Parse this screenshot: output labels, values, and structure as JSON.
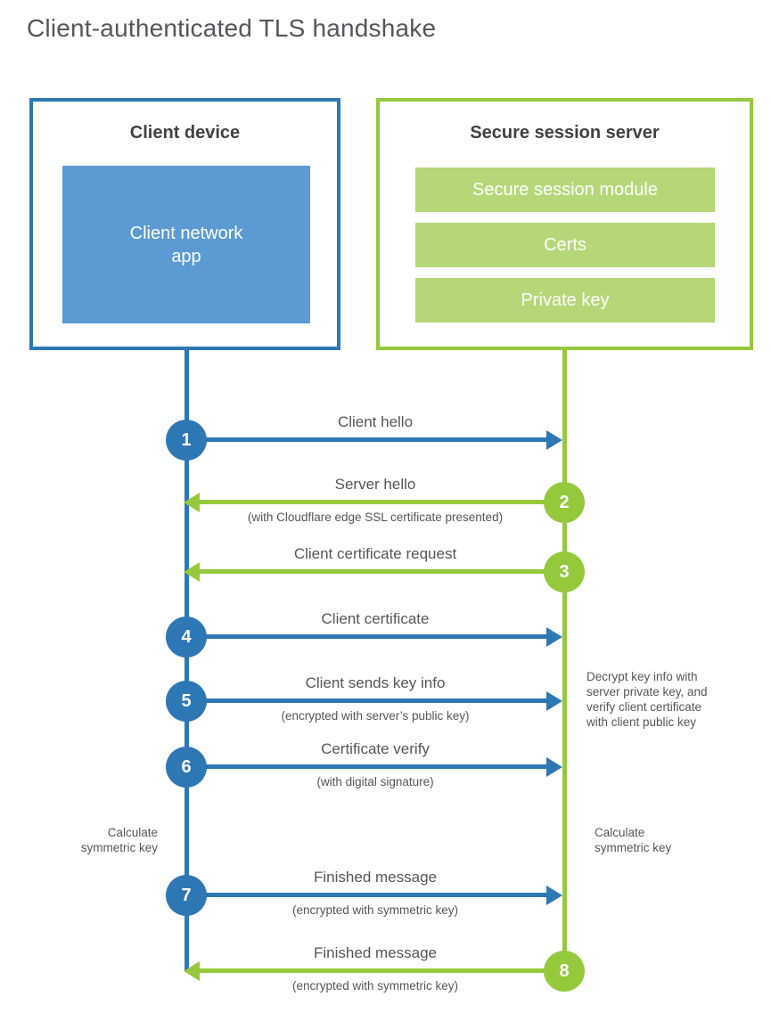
{
  "title": "Client-authenticated TLS handshake",
  "colors": {
    "blue_line": "#2e77b5",
    "blue_fill": "#5b9ad3",
    "green_line": "#96c83c",
    "green_fill": "#b5d778",
    "heading_text": "#414042",
    "label_text": "#55565a"
  },
  "client_box": {
    "title": "Client device",
    "app_lines": [
      "Client network",
      "app"
    ]
  },
  "server_box": {
    "title": "Secure session server",
    "modules": [
      "Secure session module",
      "Certs",
      "Private key"
    ]
  },
  "steps": [
    {
      "num": "1",
      "from": "client",
      "to": "server",
      "color": "blue",
      "label": "Client hello",
      "sublabel": ""
    },
    {
      "num": "2",
      "from": "server",
      "to": "client",
      "color": "green",
      "label": "Server hello",
      "sublabel": "(with Cloudflare edge SSL certificate presented)"
    },
    {
      "num": "3",
      "from": "server",
      "to": "client",
      "color": "green",
      "label": "Client certificate request",
      "sublabel": ""
    },
    {
      "num": "4",
      "from": "client",
      "to": "server",
      "color": "blue",
      "label": "Client certificate",
      "sublabel": ""
    },
    {
      "num": "5",
      "from": "client",
      "to": "server",
      "color": "blue",
      "label": "Client sends key info",
      "sublabel": "(encrypted with server’s public key)"
    },
    {
      "num": "6",
      "from": "client",
      "to": "server",
      "color": "blue",
      "label": "Certificate verify",
      "sublabel": "(with digital signature)"
    },
    {
      "num": "7",
      "from": "client",
      "to": "server",
      "color": "blue",
      "label": "Finished message",
      "sublabel": "(encrypted with symmetric key)"
    },
    {
      "num": "8",
      "from": "server",
      "to": "client",
      "color": "green",
      "label": "Finished message",
      "sublabel": "(encrypted with symmetric key)"
    }
  ],
  "side_notes": {
    "decrypt": {
      "lines": [
        "Decrypt key info with",
        "server private key, and",
        "verify client certificate",
        "with client public key"
      ]
    },
    "calc_left": {
      "lines": [
        "Calculate",
        "symmetric key"
      ]
    },
    "calc_right": {
      "lines": [
        "Calculate",
        "symmetric key"
      ]
    }
  }
}
